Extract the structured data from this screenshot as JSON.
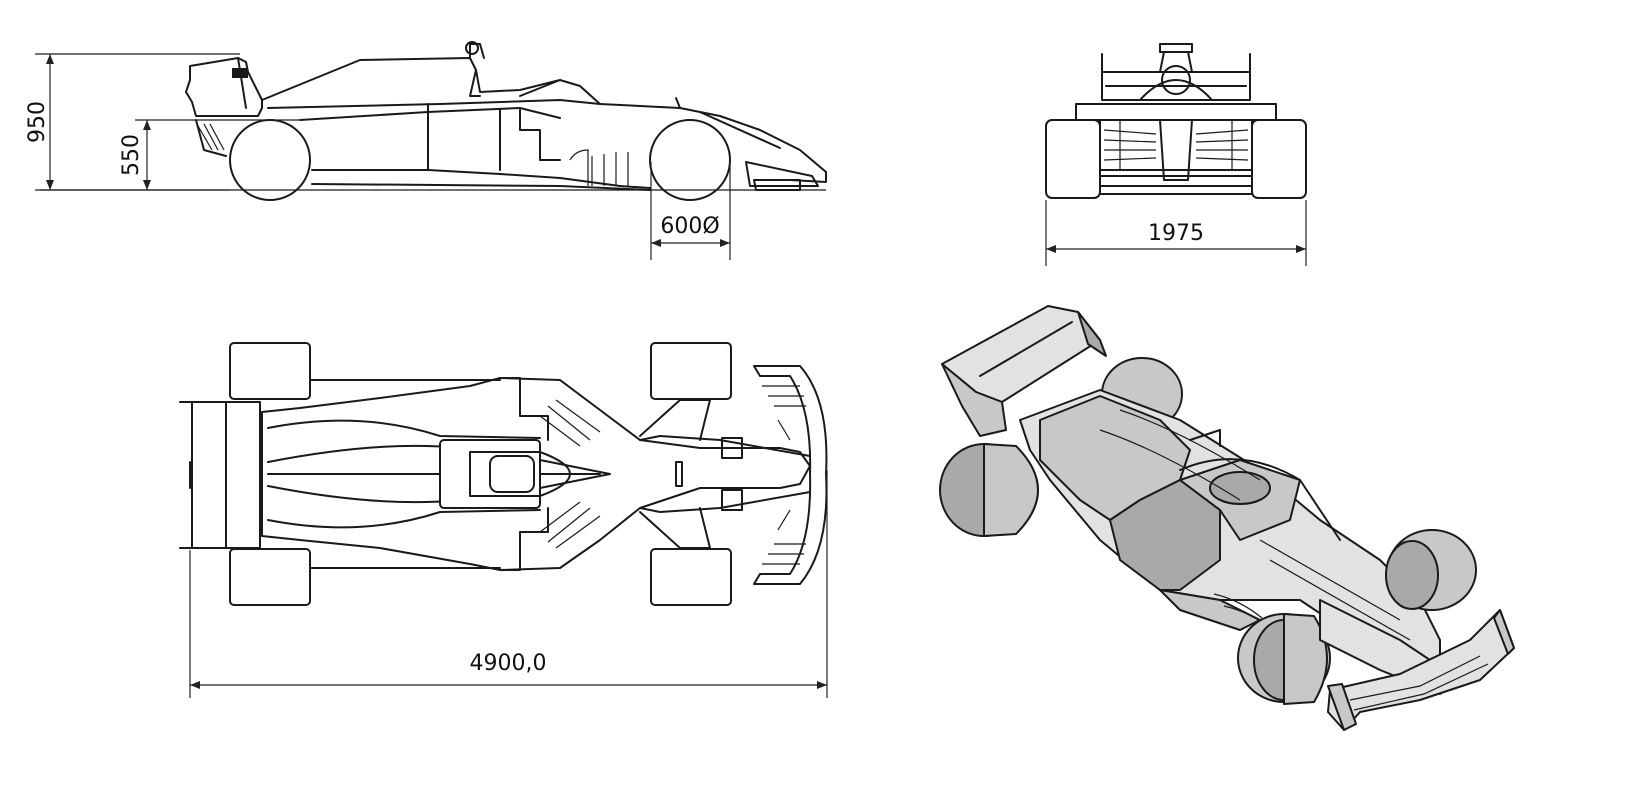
{
  "dimensions": {
    "side_height_total": "950",
    "side_height_axle": "550",
    "wheel_diameter": "600Ø",
    "front_track_width": "1975",
    "overall_length": "4900,0"
  },
  "colors": {
    "line": "#1a1a1a",
    "iso_fill_light": "#e2e2e2",
    "iso_fill_mid": "#c8c8c8",
    "iso_fill_dark": "#a9a9a9"
  }
}
